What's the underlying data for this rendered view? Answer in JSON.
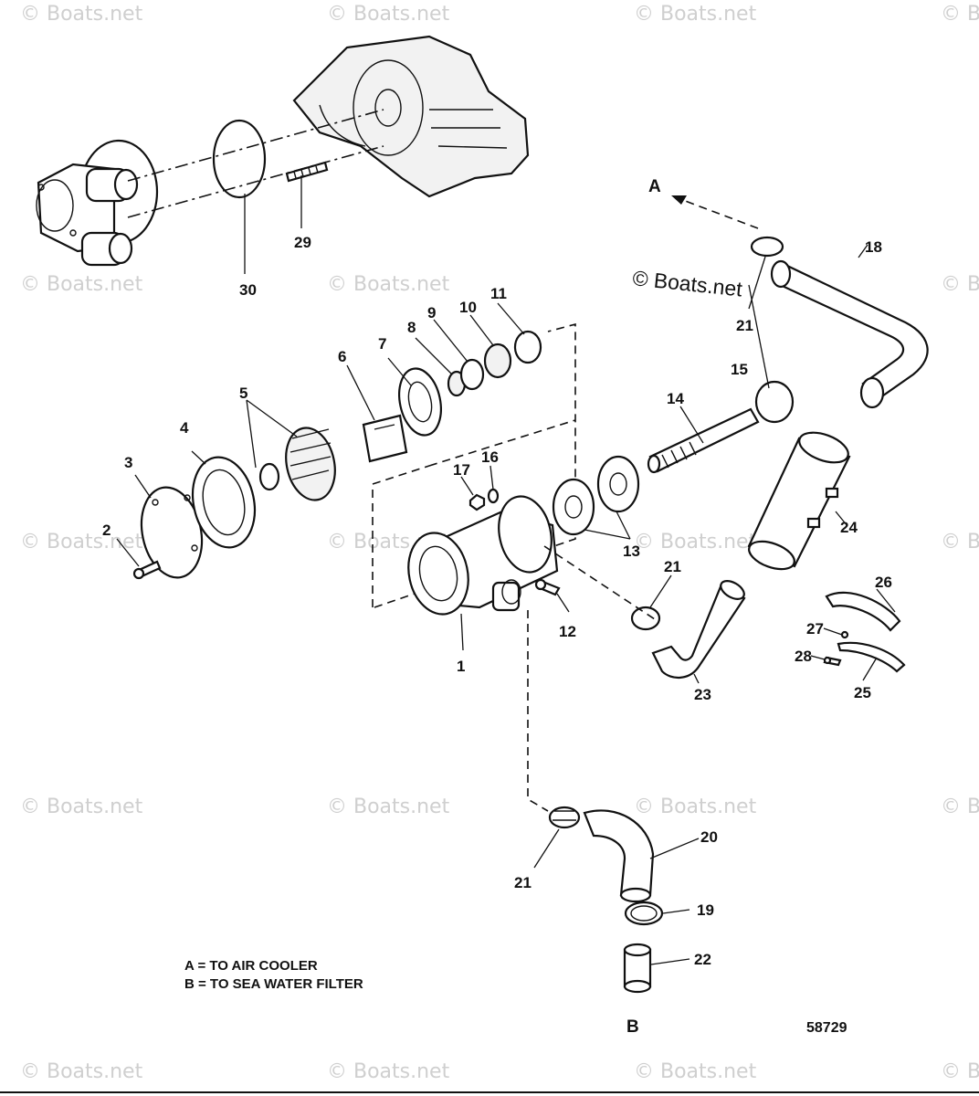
{
  "watermark_text": "© Boats.net",
  "copyright_label": "© Boats.net",
  "figure_number": "58729",
  "flow_labels": {
    "a": "A",
    "b": "B"
  },
  "legend": [
    "A = TO AIR COOLER",
    "B = TO SEA WATER FILTER"
  ],
  "callouts": {
    "c1": "1",
    "c2": "2",
    "c3": "3",
    "c4": "4",
    "c5": "5",
    "c6": "6",
    "c7": "7",
    "c8": "8",
    "c9": "9",
    "c10": "10",
    "c11": "11",
    "c12": "12",
    "c13": "13",
    "c14": "14",
    "c15": "15",
    "c16": "16",
    "c17": "17",
    "c18": "18",
    "c19": "19",
    "c20": "20",
    "c21a": "21",
    "c21b": "21",
    "c21c": "21",
    "c22": "22",
    "c23": "23",
    "c24": "24",
    "c25": "25",
    "c26": "26",
    "c27": "27",
    "c28": "28",
    "c29": "29",
    "c30": "30"
  }
}
